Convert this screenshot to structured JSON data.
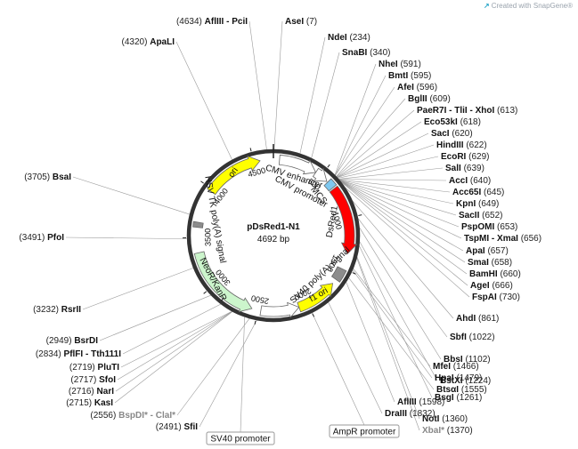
{
  "credit": {
    "text": "Created with SnapGene®",
    "icon": "snapgene-arrow-icon"
  },
  "plasmid": {
    "name": "pDsRed1-N1",
    "size_label": "4692 bp",
    "length": 4692
  },
  "colors": {
    "ring": "#333333",
    "red": "#ff0000",
    "yellow": "#ffff00",
    "green": "#ccf5cc",
    "blue": "#7ec8f0",
    "grey": "#8c8c8c",
    "line": "#999999"
  },
  "ticks": [
    "500",
    "1000",
    "1500",
    "2000",
    "2500",
    "3000",
    "3500",
    "4000",
    "4500"
  ],
  "features": [
    {
      "label": "CMV enhancer",
      "start": 60,
      "end": 440,
      "type": "arrow",
      "fill": "#ffffff"
    },
    {
      "label": "CMV promoter",
      "start": 440,
      "end": 580,
      "type": "arrow",
      "fill": "#ffffff"
    },
    {
      "label": "MCS",
      "start": 591,
      "end": 666,
      "type": "box",
      "fill": "#7ec8f0"
    },
    {
      "label": "DsRed1",
      "start": 680,
      "end": 1355,
      "type": "arrow",
      "fill": "#ff0000"
    },
    {
      "label": "SV40 poly(A) signal",
      "start": 1510,
      "end": 1630,
      "type": "box",
      "fill": "#8c8c8c"
    },
    {
      "label": "f1 ori",
      "start": 1680,
      "end": 2090,
      "type": "arrow",
      "fill": "#ffff00",
      "reverse": true
    },
    {
      "label": "SV40 ori",
      "start": 2090,
      "end": 2470,
      "type": "arrow",
      "fill": "#ffffff",
      "reverse": true
    },
    {
      "label": "NeoR/KanR",
      "start": 2560,
      "end": 3350,
      "type": "arrow",
      "fill": "#ccf5cc",
      "reverse": true
    },
    {
      "label": "HSV TK poly(A) signal",
      "start": 3600,
      "end": 3650,
      "type": "box",
      "fill": "#8c8c8c"
    },
    {
      "label": "ori",
      "start": 3980,
      "end": 4560,
      "type": "arrow",
      "fill": "#ffff00"
    }
  ],
  "feature_labels": [
    {
      "text": "CMV enhancer",
      "anchor": "cmv-enh"
    },
    {
      "text": "CMV promoter",
      "anchor": "cmv-pro"
    },
    {
      "text": "MCS",
      "anchor": "mcs"
    },
    {
      "text": "DsRed1",
      "anchor": "dsred"
    },
    {
      "text": "SV40 poly(A) signal",
      "anchor": "sv40pa"
    },
    {
      "text": "f1 ori",
      "anchor": "f1ori"
    },
    {
      "text": "NeoR/KanR",
      "anchor": "neo"
    },
    {
      "text": "HSV TK poly(A) signal",
      "anchor": "hsv"
    },
    {
      "text": "ori",
      "anchor": "ori"
    }
  ],
  "boxed_labels": [
    {
      "text": "SV40 promoter",
      "site": 2600
    },
    {
      "text": "AmpR promoter",
      "site": 2000
    }
  ],
  "right_sites": [
    {
      "name": "NheI",
      "pos": "(591)",
      "site": 591
    },
    {
      "name": "BmtI",
      "pos": "(595)",
      "site": 595
    },
    {
      "name": "AfeI",
      "pos": "(596)",
      "site": 596
    },
    {
      "name": "BglII",
      "pos": "(609)",
      "site": 609
    },
    {
      "name": "PaeR7I - TliI - XhoI",
      "pos": "(613)",
      "site": 613
    },
    {
      "name": "Eco53kI",
      "pos": "(618)",
      "site": 618
    },
    {
      "name": "SacI",
      "pos": "(620)",
      "site": 620
    },
    {
      "name": "HindIII",
      "pos": "(622)",
      "site": 622
    },
    {
      "name": "EcoRI",
      "pos": "(629)",
      "site": 629
    },
    {
      "name": "SalI",
      "pos": "(639)",
      "site": 639
    },
    {
      "name": "AccI",
      "pos": "(640)",
      "site": 640
    },
    {
      "name": "Acc65I",
      "pos": "(645)",
      "site": 645
    },
    {
      "name": "KpnI",
      "pos": "(649)",
      "site": 649
    },
    {
      "name": "SacII",
      "pos": "(652)",
      "site": 652
    },
    {
      "name": "PspOMI",
      "pos": "(653)",
      "site": 653
    },
    {
      "name": "TspMI - XmaI",
      "pos": "(656)",
      "site": 656
    },
    {
      "name": "ApaI",
      "pos": "(657)",
      "site": 657
    },
    {
      "name": "SmaI",
      "pos": "(658)",
      "site": 658
    },
    {
      "name": "BamHI",
      "pos": "(660)",
      "site": 660
    },
    {
      "name": "AgeI",
      "pos": "(666)",
      "site": 666
    },
    {
      "name": "FspAI",
      "pos": "(730)",
      "site": 730
    },
    {
      "name": "AhdI",
      "pos": "(861)",
      "site": 861
    },
    {
      "name": "SbfI",
      "pos": "(1022)",
      "site": 1022
    },
    {
      "name": "BbsI",
      "pos": "(1102)",
      "site": 1102
    },
    {
      "name": "BstXI",
      "pos": "(1224)",
      "site": 1224
    },
    {
      "name": "BsgI",
      "pos": "(1261)",
      "site": 1261
    },
    {
      "name": "NotI",
      "pos": "(1360)",
      "site": 1360
    },
    {
      "name": "XbaI*",
      "pos": "(1370)",
      "site": 1370,
      "grey": true
    },
    {
      "name": "MfeI",
      "pos": "(1466)",
      "site": 1466
    },
    {
      "name": "HpaI",
      "pos": "(1479)",
      "site": 1479
    },
    {
      "name": "BtsαI",
      "pos": "(1555)",
      "site": 1555
    },
    {
      "name": "AflIII",
      "pos": "(1598)",
      "site": 1598
    },
    {
      "name": "DraIII",
      "pos": "(1832)",
      "site": 1832
    }
  ],
  "top_sites": [
    {
      "name": "AseI",
      "pos": "(7)",
      "site": 7
    },
    {
      "name": "NdeI",
      "pos": "(234)",
      "site": 234
    },
    {
      "name": "SnaBI",
      "pos": "(340)",
      "site": 340
    }
  ],
  "left_sites": [
    {
      "name": "AflIII - PciI",
      "pos": "(4634)",
      "site": 4634
    },
    {
      "name": "ApaLI",
      "pos": "(4320)",
      "site": 4320
    },
    {
      "name": "BsaI",
      "pos": "(3705)",
      "site": 3705
    },
    {
      "name": "PfoI",
      "pos": "(3491)",
      "site": 3491
    },
    {
      "name": "RsrII",
      "pos": "(3232)",
      "site": 3232
    },
    {
      "name": "BsrDI",
      "pos": "(2949)",
      "site": 2949
    },
    {
      "name": "PflFI - Tth111I",
      "pos": "(2834)",
      "site": 2834
    },
    {
      "name": "PluTI",
      "pos": "(2719)",
      "site": 2719
    },
    {
      "name": "SfoI",
      "pos": "(2717)",
      "site": 2717
    },
    {
      "name": "NarI",
      "pos": "(2716)",
      "site": 2716
    },
    {
      "name": "KasI",
      "pos": "(2715)",
      "site": 2715
    },
    {
      "name": "BspDI* - ClaI*",
      "pos": "(2556)",
      "site": 2556,
      "grey": true
    },
    {
      "name": "SfiI",
      "pos": "(2491)",
      "site": 2491
    }
  ]
}
